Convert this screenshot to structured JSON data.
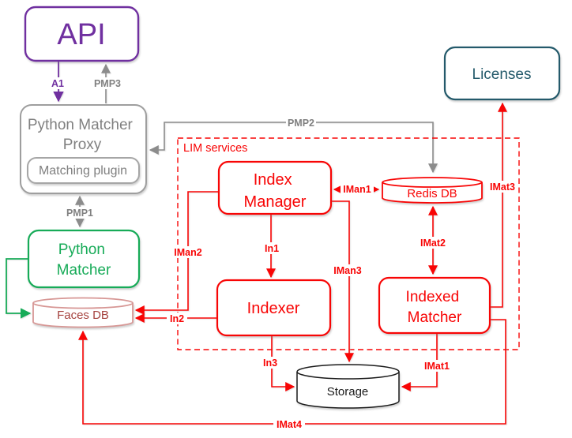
{
  "diagram": {
    "description": "Service architecture diagram",
    "group_label": "LIM services"
  },
  "colors": {
    "purple": "#7030A0",
    "gray": "#8C8C8C",
    "green": "#17AB58",
    "red": "#F80505",
    "faces_db_border": "#D79795",
    "faces_db_text": "#A5423E",
    "teal": "#245A6B",
    "black": "#1a1a1a"
  },
  "nodes": {
    "api": {
      "label": "API"
    },
    "proxy": {
      "lines": [
        "Python Matcher",
        "Proxy"
      ]
    },
    "matching_plugin": {
      "label": "Matching plugin"
    },
    "python_matcher": {
      "lines": [
        "Python",
        "Matcher"
      ]
    },
    "faces_db": {
      "label": "Faces DB"
    },
    "licenses": {
      "label": "Licenses"
    },
    "lim_group": {
      "label": "LIM services"
    },
    "index_manager": {
      "lines": [
        "Index",
        "Manager"
      ]
    },
    "redis_db": {
      "label": "Redis DB"
    },
    "indexer": {
      "label": "Indexer"
    },
    "indexed_matcher": {
      "lines": [
        "Indexed",
        "Matcher"
      ]
    },
    "storage": {
      "label": "Storage"
    }
  },
  "edges": {
    "a1": {
      "label": "A1"
    },
    "pmp1": {
      "label": "PMP1"
    },
    "pmp2": {
      "label": "PMP2"
    },
    "pmp3": {
      "label": "PMP3"
    },
    "iman1": {
      "label": "IMan1"
    },
    "iman2": {
      "label": "IMan2"
    },
    "iman3": {
      "label": "IMan3"
    },
    "in1": {
      "label": "In1"
    },
    "in2": {
      "label": "In2"
    },
    "in3": {
      "label": "In3"
    },
    "imat1": {
      "label": "IMat1"
    },
    "imat2": {
      "label": "IMat2"
    },
    "imat3": {
      "label": "IMat3"
    },
    "imat4": {
      "label": "IMat4"
    }
  }
}
